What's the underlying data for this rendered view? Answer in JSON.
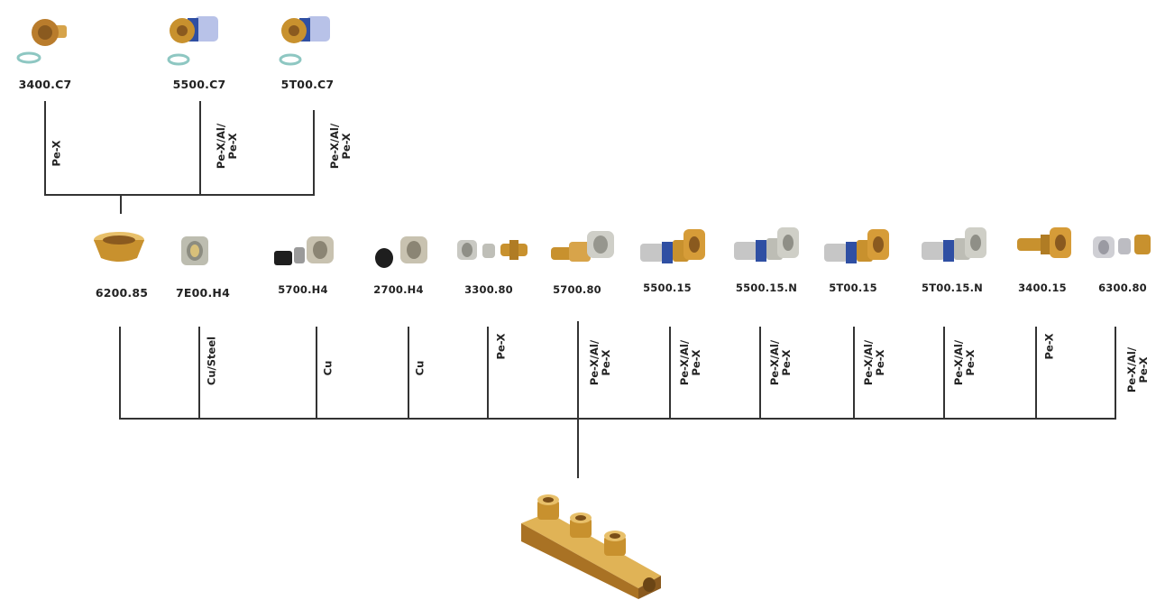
{
  "top_group": {
    "items": [
      {
        "code": "3400.C7",
        "material": "Pe-X",
        "icon": "brass-adapter-with-ring-icon"
      },
      {
        "code": "5500.C7",
        "material": "Pe-X/Al/\nPe-X",
        "icon": "brass-adapter-blue-band-icon"
      },
      {
        "code": "5T00.C7",
        "material": "Pe-X/Al/\nPe-X",
        "icon": "brass-adapter-blue-band-icon"
      }
    ]
  },
  "middle_group": {
    "items": [
      {
        "code": "6200.85",
        "material": "",
        "icon": "brass-cone-ring-icon"
      },
      {
        "code": "7E00.H4",
        "material": "Cu/Steel",
        "icon": "nickel-compression-nut-icon"
      },
      {
        "code": "5700.H4",
        "material": "Cu",
        "icon": "nut-with-black-olive-icon"
      },
      {
        "code": "2700.H4",
        "material": "Cu",
        "icon": "nut-with-black-olive-icon"
      },
      {
        "code": "3300.80",
        "material": "Pe-X",
        "icon": "nickel-fitting-set-icon"
      },
      {
        "code": "5700.80",
        "material": "Pe-X/Al/\nPe-X",
        "icon": "brass-nickel-fitting-icon"
      },
      {
        "code": "5500.15",
        "material": "Pe-X/Al/\nPe-X",
        "icon": "brass-fitting-blue-band-icon"
      },
      {
        "code": "5500.15.N",
        "material": "Pe-X/Al/\nPe-X",
        "icon": "nickel-fitting-blue-band-icon"
      },
      {
        "code": "5T00.15",
        "material": "Pe-X/Al/\nPe-X",
        "icon": "brass-fitting-blue-band-icon"
      },
      {
        "code": "5T00.15.N",
        "material": "Pe-X/Al/\nPe-X",
        "icon": "nickel-fitting-blue-band-icon"
      },
      {
        "code": "3400.15",
        "material": "Pe-X",
        "icon": "brass-fitting-icon"
      },
      {
        "code": "6300.80",
        "material": "Pe-X/Al/\nPe-X",
        "icon": "nickel-fitting-set-icon"
      }
    ]
  },
  "manifold": {
    "icon": "brass-manifold-icon"
  },
  "colors": {
    "brass": "#c8912e",
    "brass_light": "#e8c06a",
    "nickel": "#b9b9b9",
    "blue_band": "#2f4fa3",
    "line": "#333333"
  }
}
